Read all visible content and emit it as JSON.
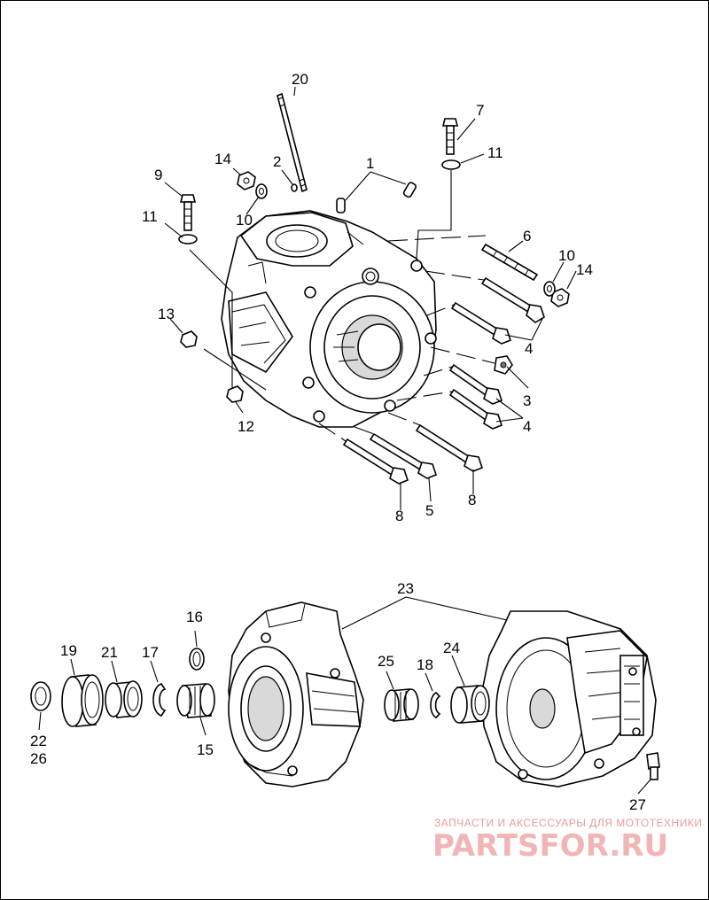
{
  "callouts": {
    "c1": "1",
    "c2": "2",
    "c3": "3",
    "c4a": "4",
    "c4b": "4",
    "c5": "5",
    "c6": "6",
    "c7": "7",
    "c8a": "8",
    "c8b": "8",
    "c9": "9",
    "c10a": "10",
    "c10b": "10",
    "c11a": "11",
    "c11b": "11",
    "c12": "12",
    "c13": "13",
    "c14a": "14",
    "c14b": "14",
    "c15": "15",
    "c16": "16",
    "c17": "17",
    "c18": "18",
    "c19": "19",
    "c20": "20",
    "c21": "21",
    "c22": "22",
    "c23": "23",
    "c24": "24",
    "c25": "25",
    "c26": "26",
    "c27": "27"
  },
  "watermark": {
    "tagline": "ЗАПЧАСТИ И АКСЕССУАРЫ ДЛЯ МОТОТЕХНИКИ",
    "brand": "PARTSFOR.RU"
  },
  "colors": {
    "line": "#000000",
    "watermark": "#f2b5b5"
  }
}
